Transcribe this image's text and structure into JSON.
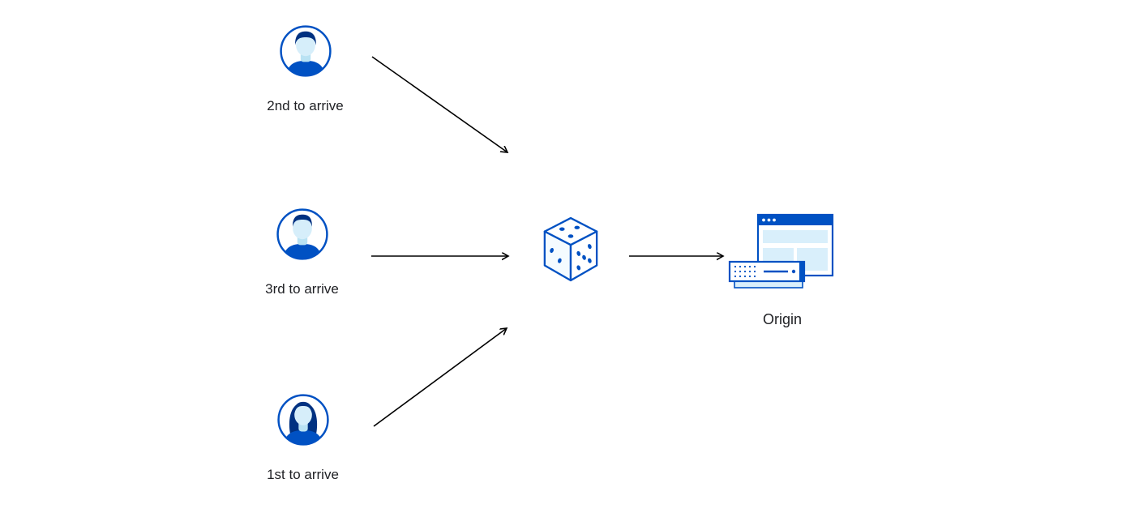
{
  "diagram": {
    "title": "",
    "colors": {
      "primary_blue": "#0051c3",
      "dark_navy": "#003181",
      "light_blue_fill": "#d9effb",
      "skin_light_blue": "#d6eefa",
      "arrow_black": "#000000",
      "text": "#202125",
      "background": "#ffffff"
    },
    "nodes": {
      "visitor_second": {
        "label": "2nd to arrive",
        "icon": "male-avatar-icon"
      },
      "visitor_third": {
        "label": "3rd to arrive",
        "icon": "male-avatar-icon"
      },
      "visitor_first": {
        "label": "1st to arrive",
        "icon": "female-avatar-icon"
      },
      "random_selector": {
        "icon": "dice-icon"
      },
      "origin": {
        "label": "Origin",
        "icon": "origin-server-icon"
      }
    },
    "edges": [
      {
        "from": "visitor_second",
        "to": "random_selector"
      },
      {
        "from": "visitor_third",
        "to": "random_selector"
      },
      {
        "from": "visitor_first",
        "to": "random_selector"
      },
      {
        "from": "random_selector",
        "to": "origin"
      }
    ]
  }
}
